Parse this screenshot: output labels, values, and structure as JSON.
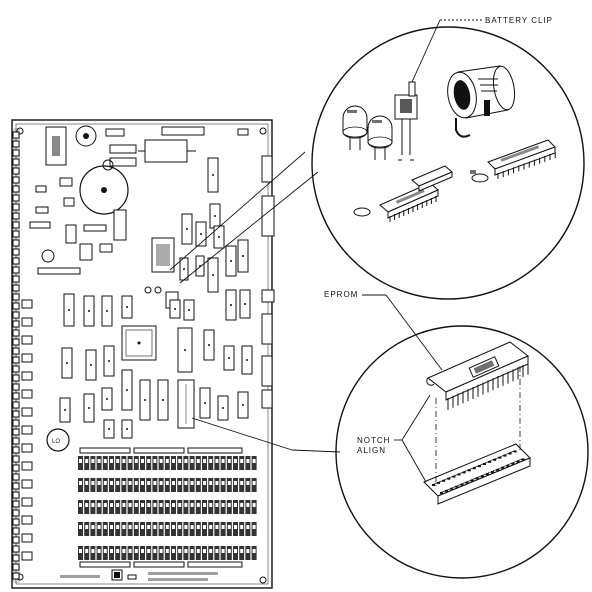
{
  "callouts": {
    "battery_clip": "BATTERY CLIP",
    "eprom": "EPROM",
    "notch_align_line1": "NOTCH",
    "notch_align_line2": "ALIGN"
  },
  "board": {
    "large_component_label": "LO"
  }
}
